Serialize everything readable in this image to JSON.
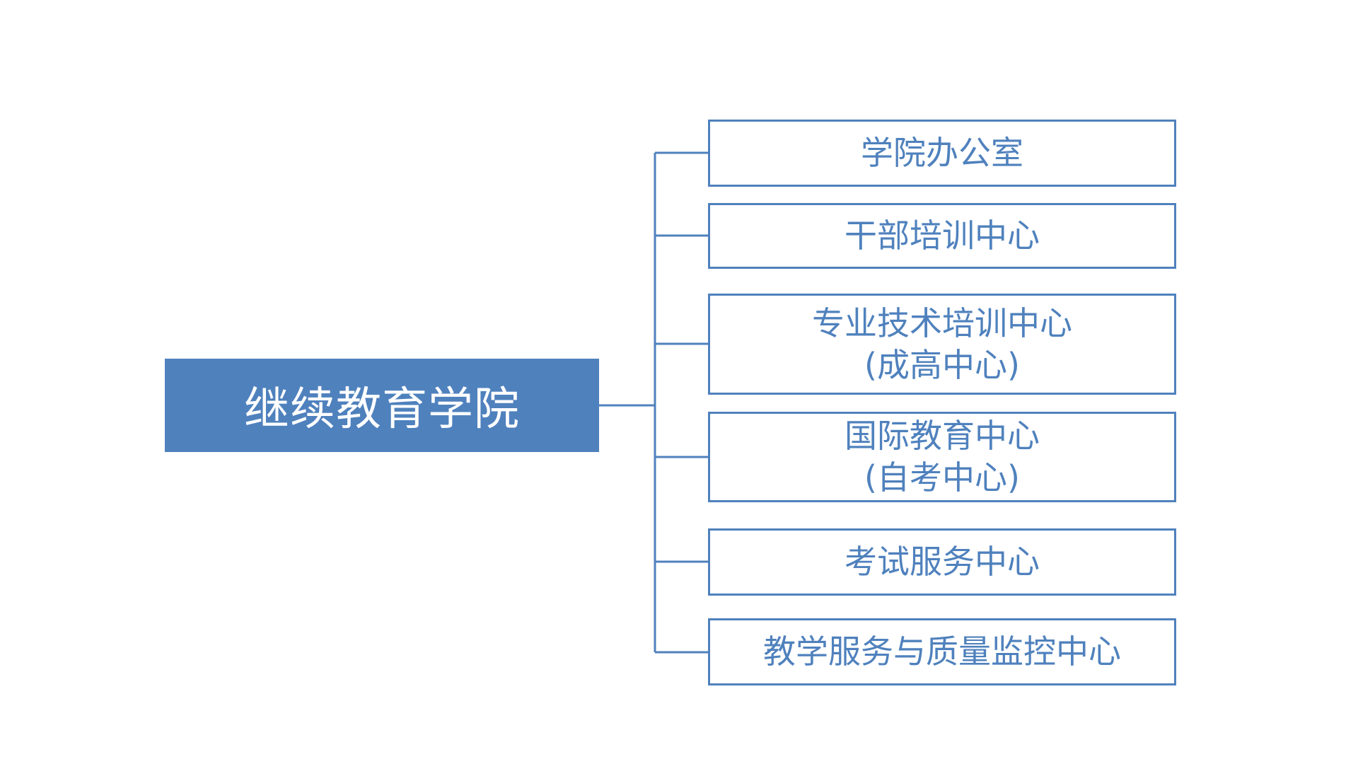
{
  "diagram": {
    "root": {
      "label": "继续教育学院"
    },
    "children": [
      {
        "lines": [
          "学院办公室"
        ]
      },
      {
        "lines": [
          "干部培训中心"
        ]
      },
      {
        "lines": [
          "专业技术培训中心",
          "(成高中心)"
        ]
      },
      {
        "lines": [
          "国际教育中心",
          "(自考中心)"
        ]
      },
      {
        "lines": [
          "考试服务中心"
        ]
      },
      {
        "lines": [
          "教学服务与质量监控中心"
        ]
      }
    ]
  },
  "colors": {
    "primary": "#4f81bd",
    "background": "#ffffff"
  }
}
